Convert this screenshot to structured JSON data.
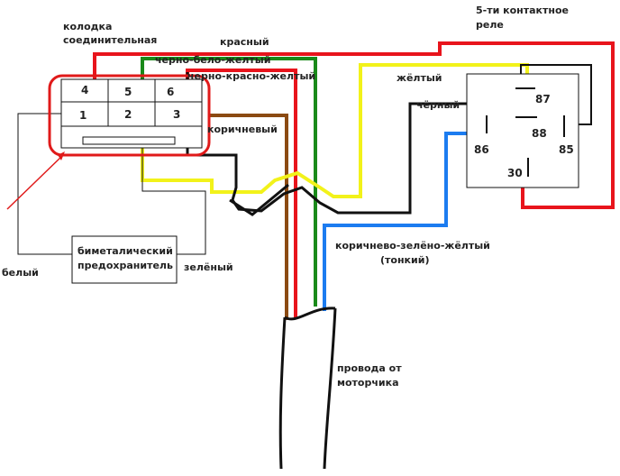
{
  "connector": {
    "title_line1": "колодка",
    "title_line2": "соединительная",
    "pins": [
      "4",
      "5",
      "6",
      "1",
      "2",
      "3"
    ]
  },
  "relay": {
    "title_line1": "5-ти контактное",
    "title_line2": "реле",
    "pins": [
      "87",
      "88",
      "86",
      "85",
      "30"
    ]
  },
  "fuse": {
    "line1": "биметалический",
    "line2": "предохранитель"
  },
  "wires": {
    "red": "красный",
    "black_white_yellow": "черно-бело-желтый",
    "black_red_yellow": "черно-красно-желтый",
    "yellow": "жёлтый",
    "black": "чёрный",
    "brown": "коричневый",
    "white": "белый",
    "green": "зелёный",
    "brown_green_yellow": "коричнево-зелёно-жёлтый",
    "thin": "(тонкий)"
  },
  "motor": {
    "line1": "провода от",
    "line2": "моторчика"
  },
  "colors": {
    "red": "#e8141c",
    "green": "#1a8a1a",
    "yellow": "#f2f21a",
    "brown": "#8b4a12",
    "blue": "#1c7cf0",
    "black": "#111111",
    "highlight": "#e01a1a"
  }
}
